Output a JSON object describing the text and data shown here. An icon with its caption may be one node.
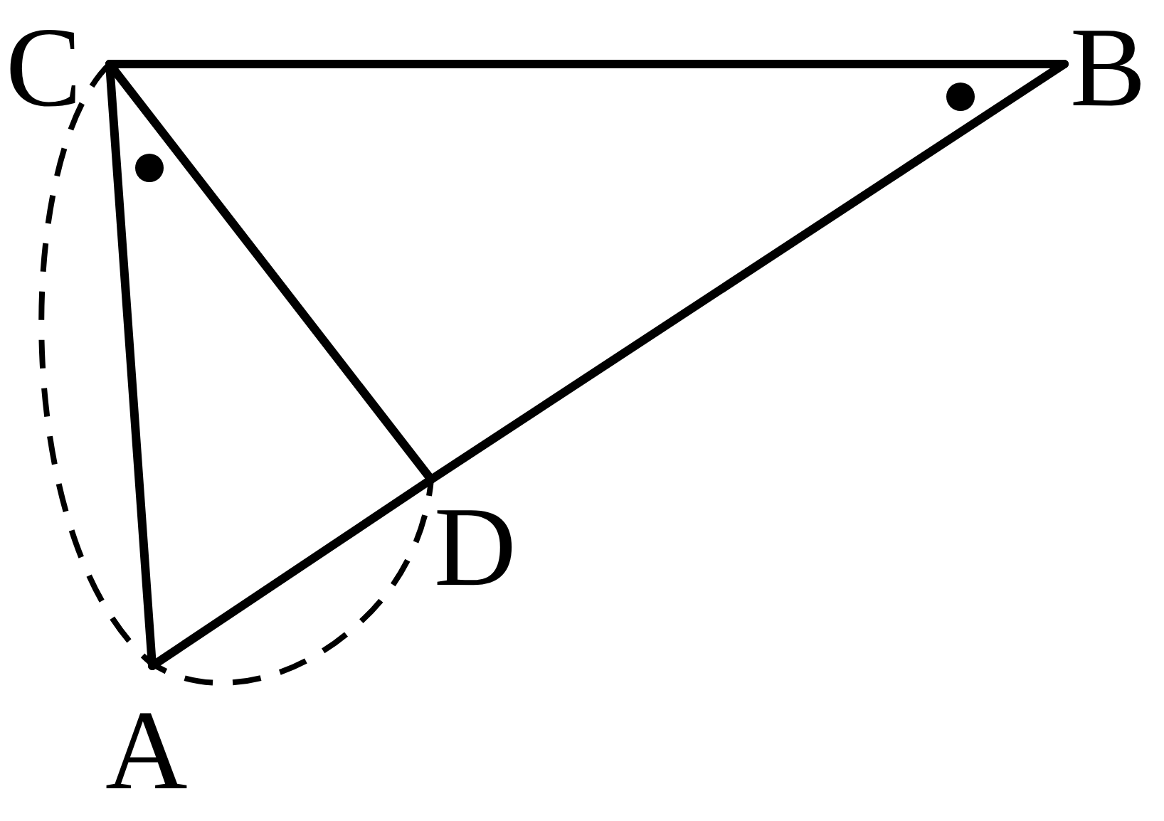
{
  "diagram": {
    "nodes": [
      {
        "text": [
          "C"
        ]
      },
      {
        "text": [
          "B"
        ]
      },
      {
        "text": [
          "D"
        ]
      },
      {
        "text": [
          "A"
        ]
      }
    ],
    "edges": [
      {
        "from": 0,
        "to": 1,
        "arrow": "none"
      },
      {
        "from": 0,
        "to": 3,
        "arrow": "none"
      },
      {
        "from": 0,
        "to": 2,
        "arrow": "none"
      },
      {
        "from": 1,
        "to": 2,
        "arrow": "none"
      },
      {
        "from": 2,
        "to": 3,
        "arrow": "none"
      }
    ]
  }
}
